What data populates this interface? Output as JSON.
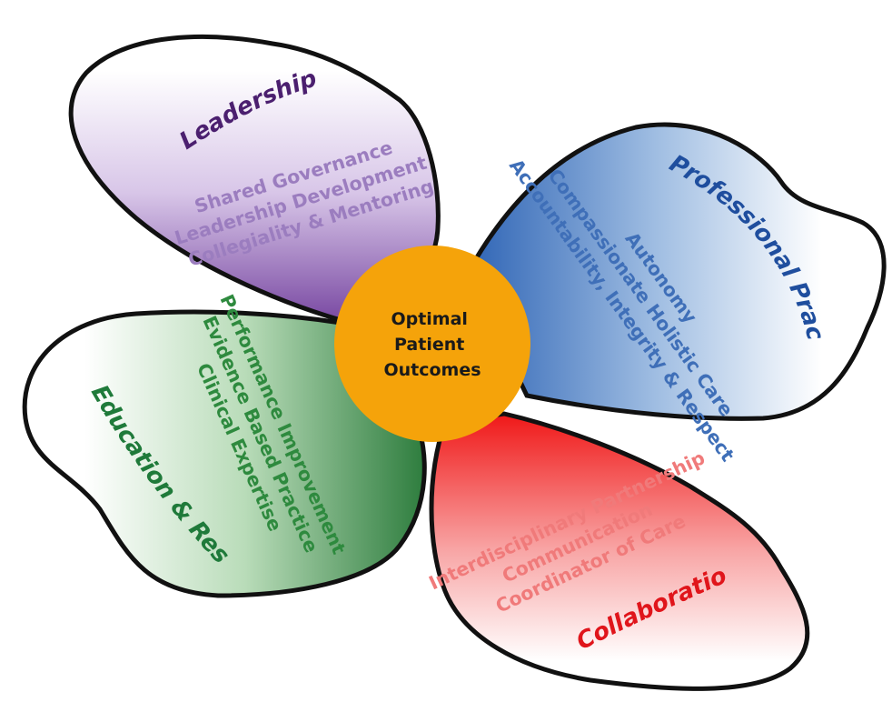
{
  "center": {
    "lines": [
      "Optimal",
      "Patient",
      "Outcomes"
    ],
    "color": "#F5A30A"
  },
  "petals": {
    "leadership": {
      "title": "Leadership",
      "items": [
        "Shared Governance",
        "Leadership Development",
        "Collegiality & Mentoring"
      ],
      "title_color": "#4B1F6F",
      "item_color": "#9B7DBF",
      "fill_color": "#7A4AA3"
    },
    "professional_practice": {
      "title": "Professional Practice",
      "items": [
        "Autonomy",
        "Compassionate Holistic Care",
        "Accountability, Integrity & Respect"
      ],
      "title_color": "#1F4E9E",
      "item_color": "#3F6FB8",
      "fill_color": "#2E64B5"
    },
    "education_research": {
      "title": "Education & Research",
      "items": [
        "Performance Improvement",
        "Evidence Based Practice",
        "Clinical Expertise"
      ],
      "title_color": "#1F7A3A",
      "item_color": "#2E8A3E",
      "fill_color": "#2E7D3E"
    },
    "collaboration": {
      "title": "Collaboration",
      "items": [
        "Interdisciplinary Partnership",
        "Communication",
        "Coordinator of Care"
      ],
      "title_color": "#E0151B",
      "item_color": "#F07A7A",
      "fill_color": "#F02020"
    }
  }
}
